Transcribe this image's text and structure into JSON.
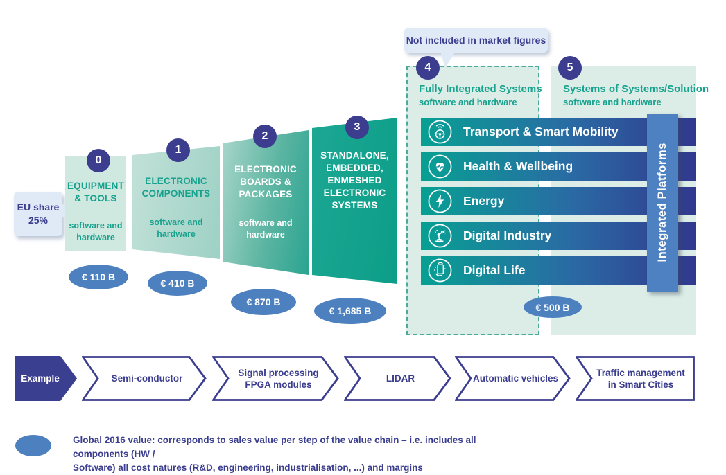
{
  "eu_share": {
    "line1": "EU share",
    "line2": "25%"
  },
  "callout": "Not included in market figures",
  "stages": [
    {
      "num": "0",
      "title": "EQUIPMENT\n& TOOLS",
      "subtitle": "software and\nhardware",
      "value": "€ 110 B"
    },
    {
      "num": "1",
      "title": "ELECTRONIC\nCOMPONENTS",
      "subtitle": "software and\nhardware",
      "value": "€ 410 B"
    },
    {
      "num": "2",
      "title": "ELECTRONIC\nBOARDS &\nPACKAGES",
      "subtitle": "software and\nhardware",
      "value": "€ 870 B"
    },
    {
      "num": "3",
      "title": "STANDALONE,\nEMBEDDED,\nENMESHED\nELECTRONIC\nSYSTEMS",
      "subtitle": "",
      "value": "€ 1,685 B"
    }
  ],
  "box4": {
    "num": "4",
    "title": "Fully Integrated Systems",
    "subtitle": "software and hardware",
    "value": "€ 500 B"
  },
  "box5": {
    "num": "5",
    "title": "Systems of Systems/Solution",
    "subtitle": "software and hardware"
  },
  "domains": [
    {
      "label": "Transport & Smart Mobility",
      "icon": "steering-wheel-wifi-icon"
    },
    {
      "label": "Health & Wellbeing",
      "icon": "heart-pulse-icon"
    },
    {
      "label": "Energy",
      "icon": "lightning-bolt-icon"
    },
    {
      "label": "Digital Industry",
      "icon": "robot-arm-icon"
    },
    {
      "label": "Digital Life",
      "icon": "tablet-hand-icon"
    }
  ],
  "integrated_platforms": "Integrated Platforms",
  "example_chain": [
    "Example",
    "Semi-conductor",
    "Signal processing\nFPGA modules",
    "LIDAR",
    "Automatic vehicles",
    "Traffic management\nin Smart Cities"
  ],
  "legend": "Global 2016 value: corresponds to sales value per step of the value chain – i.e. includes all components (HW /\nSoftware) all cost natures (R&D, engineering, industrialisation, ...) and margins",
  "colors": {
    "navy": "#3b3d8e",
    "teal": "#12a18c",
    "light_mint": "#dcede7",
    "value_blue": "#4d80bf",
    "platform_blue": "#4d81c1",
    "bubble_blue": "#e0eaf7"
  }
}
